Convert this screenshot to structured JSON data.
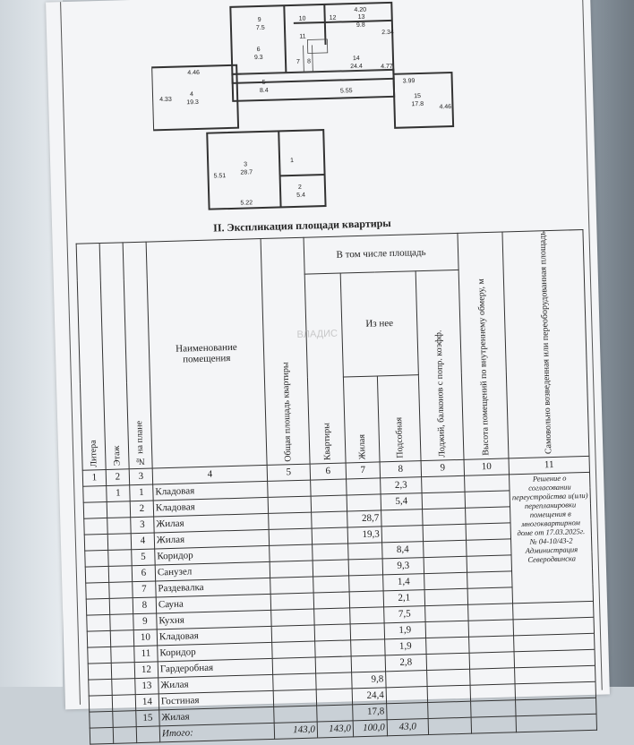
{
  "section_title": "II.       Экспликация площади квартиры",
  "headers": {
    "liter": "Литера",
    "floor": "Этаж",
    "num": "№ на плане",
    "name": "Наименование помещения",
    "total": "Общая площадь квартиры",
    "incl": "В том числе площадь",
    "apts": "Квартиры",
    "of_it": "Из нее",
    "living": "Жилая",
    "aux": "Подсобная",
    "loggia": "Лоджий, балконов с попр. коэфф.",
    "height": "Высота помещений по внутреннему обмеру, м",
    "self": "Самовольно возведенная или переоборудованная площадь"
  },
  "col_numbers": [
    "1",
    "2",
    "3",
    "4",
    "5",
    "6",
    "7",
    "8",
    "9",
    "10",
    "11"
  ],
  "rows": [
    {
      "floor": "1",
      "num": "1",
      "name": "Кладовая",
      "living": "",
      "aux": "2,3"
    },
    {
      "floor": "",
      "num": "2",
      "name": "Кладовая",
      "living": "",
      "aux": "5,4"
    },
    {
      "floor": "",
      "num": "3",
      "name": "Жилая",
      "living": "28,7",
      "aux": ""
    },
    {
      "floor": "",
      "num": "4",
      "name": "Жилая",
      "living": "19,3",
      "aux": ""
    },
    {
      "floor": "",
      "num": "5",
      "name": "Коридор",
      "living": "",
      "aux": "8,4"
    },
    {
      "floor": "",
      "num": "6",
      "name": "Санузел",
      "living": "",
      "aux": "9,3"
    },
    {
      "floor": "",
      "num": "7",
      "name": "Раздевалка",
      "living": "",
      "aux": "1,4"
    },
    {
      "floor": "",
      "num": "8",
      "name": "Сауна",
      "living": "",
      "aux": "2,1"
    },
    {
      "floor": "",
      "num": "9",
      "name": "Кухня",
      "living": "",
      "aux": "7,5"
    },
    {
      "floor": "",
      "num": "10",
      "name": "Кладовая",
      "living": "",
      "aux": "1,9"
    },
    {
      "floor": "",
      "num": "11",
      "name": "Коридор",
      "living": "",
      "aux": "1,9"
    },
    {
      "floor": "",
      "num": "12",
      "name": "Гардеробная",
      "living": "",
      "aux": "2,8"
    },
    {
      "floor": "",
      "num": "13",
      "name": "Жилая",
      "living": "9,8",
      "aux": ""
    },
    {
      "floor": "",
      "num": "14",
      "name": "Гостиная",
      "living": "24,4",
      "aux": ""
    },
    {
      "floor": "",
      "num": "15",
      "name": "Жилая",
      "living": "17,8",
      "aux": ""
    }
  ],
  "note": "Решение о согласовании переустройства и(или) перепланировки помещения в многоквартирном доме от 17.03.2025г. № 04-10/43-2 Администрация Северодвинска",
  "total": {
    "label": "Итого:",
    "total": "143,0",
    "apts": "143,0",
    "living": "100,0",
    "aux": "43,0"
  },
  "watermark": "ВЛАДИС",
  "plan_labels": {
    "r9": "9",
    "a9": "7.5",
    "r10": "10",
    "r11": "11",
    "r12": "12",
    "d420": "4.20",
    "r13": "13",
    "a13": "9.8",
    "d234": "2.34",
    "r6": "6",
    "a6": "9.3",
    "r7": "7",
    "r8": "8",
    "r14": "14",
    "a14": "24.4",
    "d477": "4.77",
    "d446": "4.46",
    "r5": "5",
    "a5": "8.4",
    "d555": "5.55",
    "d433": "4.33",
    "r4": "4",
    "a4": "19.3",
    "d399": "3.99",
    "r15": "15",
    "a15": "17.8",
    "d446b": "4.46",
    "r1": "1",
    "d551": "5.51",
    "r3": "3",
    "a3": "28.7",
    "r2": "2",
    "a2": "5.4",
    "d522": "5.22"
  }
}
